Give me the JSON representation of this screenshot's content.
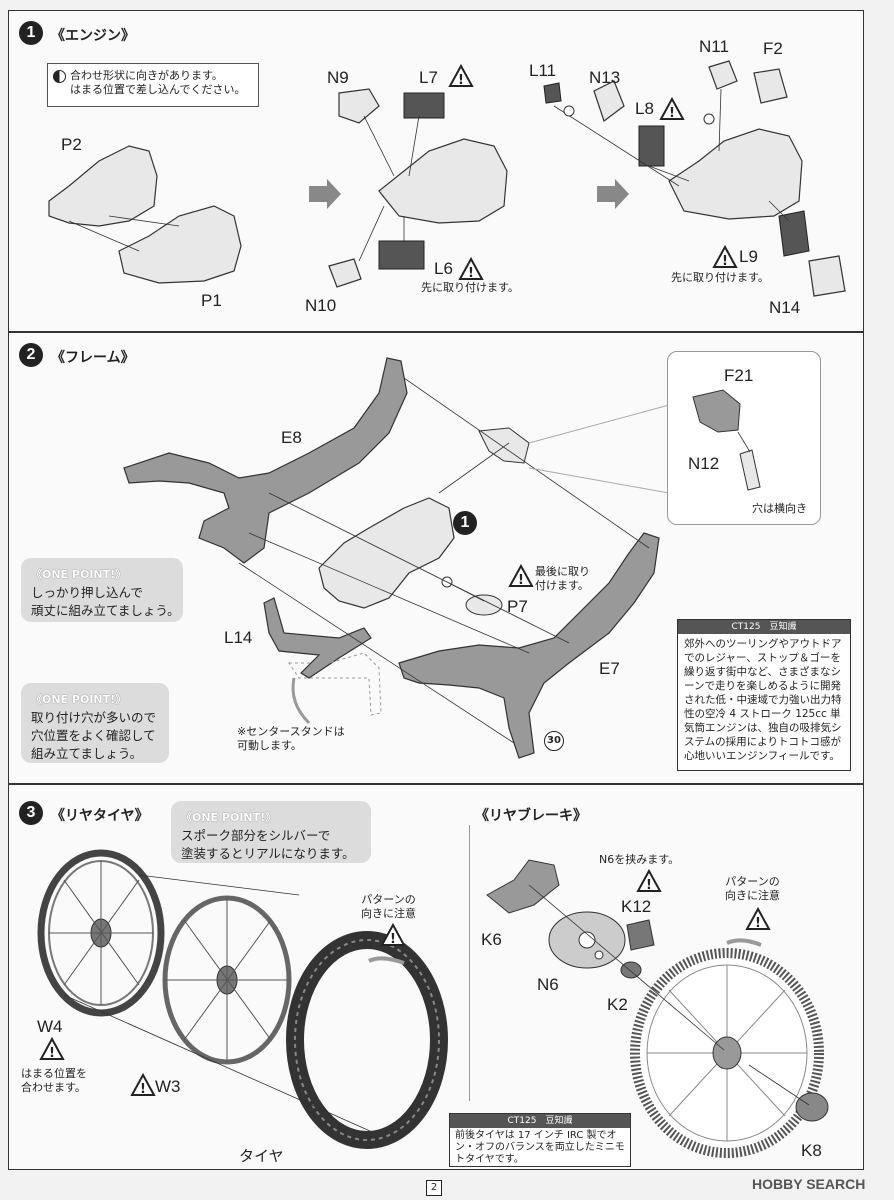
{
  "step1": {
    "num": "1",
    "title": "《エンジン》",
    "hint": "合わせ形状に向きがあります。\nはまる位置で差し込んでください。",
    "labels": {
      "p2": "P2",
      "p1": "P1",
      "n9": "N9",
      "l7": "L7",
      "n10": "N10",
      "l6": "L6",
      "l6_note": "先に取り付けます。",
      "l11": "L11",
      "n13": "N13",
      "l8": "L8",
      "n11": "N11",
      "f2": "F2",
      "l9": "L9",
      "l9_note": "先に取り付けます。",
      "n14": "N14"
    }
  },
  "step2": {
    "num": "2",
    "title": "《フレーム》",
    "labels": {
      "e8": "E8",
      "e7": "E7",
      "f21": "F21",
      "n12": "N12",
      "n12_note": "穴は横向き",
      "p7": "P7",
      "p7_note": "最後に取り\n付けます。",
      "l14": "L14",
      "stand_note": "※センタースタンドは\n可動します。",
      "ref": "1",
      "page_ref": "30"
    },
    "onepoint1": {
      "header": "《ONE POINT!》",
      "body": "しっかり押し込んで\n頑丈に組み立てましょう。"
    },
    "onepoint2": {
      "header": "《ONE POINT!》",
      "body": "取り付け穴が多いので\n穴位置をよく確認して\n組み立てましょう。"
    },
    "trivia": {
      "header": "CT125　豆知識",
      "body": "郊外へのツーリングやアウトドアでのレジャー、ストップ＆ゴーを繰り返す街中など、さまざまなシーンで走りを楽しめるように開発された低・中速域で力強い出力特性の空冷 4 ストローク 125cc 単気筒エンジンは、独自の吸排気システムの採用によりトコトコ感が心地いいエンジンフィールです。"
    }
  },
  "step3": {
    "num": "3",
    "title": "《リヤタイヤ》",
    "brake_title": "《リヤブレーキ》",
    "onepoint": {
      "header": "《ONE POINT!》",
      "body": "スポーク部分をシルバーで\n塗装するとリアルになります。"
    },
    "labels": {
      "w4": "W4",
      "w4_note": "はまる位置を\n合わせます。",
      "w3": "W3",
      "tire": "タイヤ",
      "pattern_note": "パターンの\n向きに注意",
      "k6": "K6",
      "n6": "N6",
      "n6_note": "N6を挟みます。",
      "k12": "K12",
      "k2": "K2",
      "pattern_note2": "パターンの\n向きに注意",
      "k8": "K8"
    },
    "trivia": {
      "header": "CT125　豆知識",
      "body": "前後タイヤは 17 インチ IRC 製でオン・オフのバランスを両立したミニモトタイヤです。"
    }
  },
  "footer": {
    "page": "2",
    "watermark": "HOBBY SEARCH"
  }
}
